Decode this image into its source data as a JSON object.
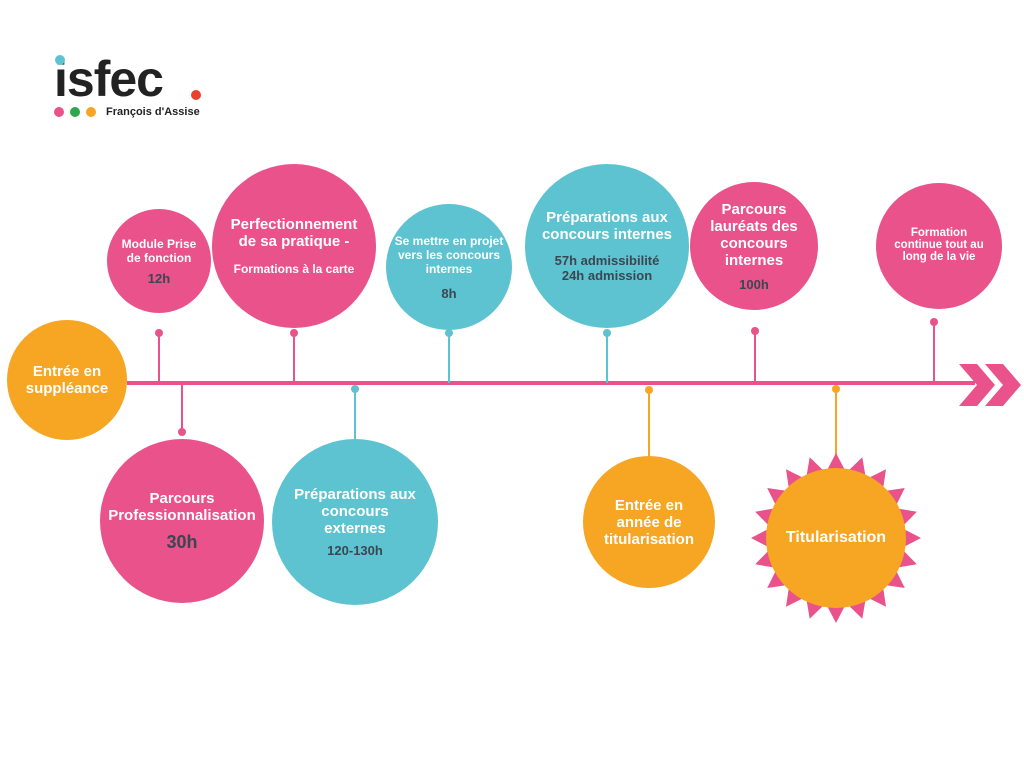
{
  "logo": {
    "name": "isfec",
    "subtitle": "François d'Assise"
  },
  "colors": {
    "pink": "#e9528a",
    "teal": "#5ec3d0",
    "orange": "#f6a623"
  },
  "nodes": {
    "suppleance": {
      "title": "Entrée en suppléance"
    },
    "module": {
      "title": "Module Prise de fonction",
      "hours": "12h"
    },
    "perfectionnement": {
      "title": "Perfectionnement de sa pratique -",
      "sub": "Formations à la carte"
    },
    "projet": {
      "title": "Se mettre en projet vers les concours internes",
      "hours": "8h"
    },
    "prep_internes": {
      "title": "Préparations aux concours internes",
      "hours1": "57h admissibilité",
      "hours2": "24h admission"
    },
    "laureats": {
      "title": "Parcours lauréats des concours internes",
      "hours": "100h"
    },
    "formation_continue": {
      "title": "Formation continue tout au long de la vie"
    },
    "professionnalisation": {
      "title": "Parcours Professionnalisation",
      "hours": "30h"
    },
    "prep_externes": {
      "title": "Préparations aux concours externes",
      "hours": "120-130h"
    },
    "annee_titularisation": {
      "title": "Entrée en année de titularisation"
    },
    "titularisation": {
      "title": "Titularisation"
    }
  }
}
